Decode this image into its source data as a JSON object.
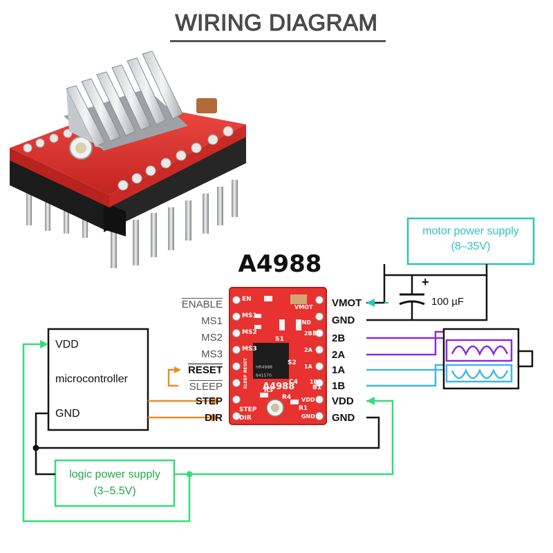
{
  "title": "WIRING DIAGRAM",
  "chip": {
    "name": "A4988",
    "left_pins": [
      "ENABLE",
      "MS1",
      "MS2",
      "MS3",
      "RESET",
      "SLEEP",
      "STEP",
      "DIR"
    ],
    "right_pins": [
      "VMOT",
      "GND",
      "2B",
      "2A",
      "1A",
      "1B",
      "VDD",
      "GND"
    ],
    "board_labels": [
      "EN",
      "MS1",
      "MS2",
      "MS3",
      "RESET",
      "SLEEP",
      "STEP",
      "DIR",
      "A4988",
      "VMOT",
      "GND",
      "2B",
      "2A",
      "1A",
      "1B",
      "VDD",
      "GND",
      "S1",
      "S2",
      "C4",
      "R3",
      "R4",
      "B1",
      "R1",
      "B2",
      "HR4988",
      "841570"
    ]
  },
  "microcontroller": {
    "label": "microcontroller",
    "vdd": "VDD",
    "gnd": "GND"
  },
  "motor_supply": {
    "line1": "motor power supply",
    "line2": "(8–35V)"
  },
  "logic_supply": {
    "line1": "logic power supply",
    "line2": "(3–5.5V)"
  },
  "capacitor": {
    "value": "100 µF",
    "polarity": "+"
  },
  "colors": {
    "board": "#e8322f",
    "motor_wire_b": "#8a2be2",
    "motor_wire_a": "#3fb8e8",
    "logic_green": "#33dd77",
    "motor_supply_teal": "#2cc4b8",
    "signal_orange": "#f08a24",
    "wire_black": "#111111"
  },
  "icons": [
    "stepper-driver-photo",
    "stepper-motor-icon",
    "capacitor-symbol",
    "potentiometer-icon"
  ]
}
